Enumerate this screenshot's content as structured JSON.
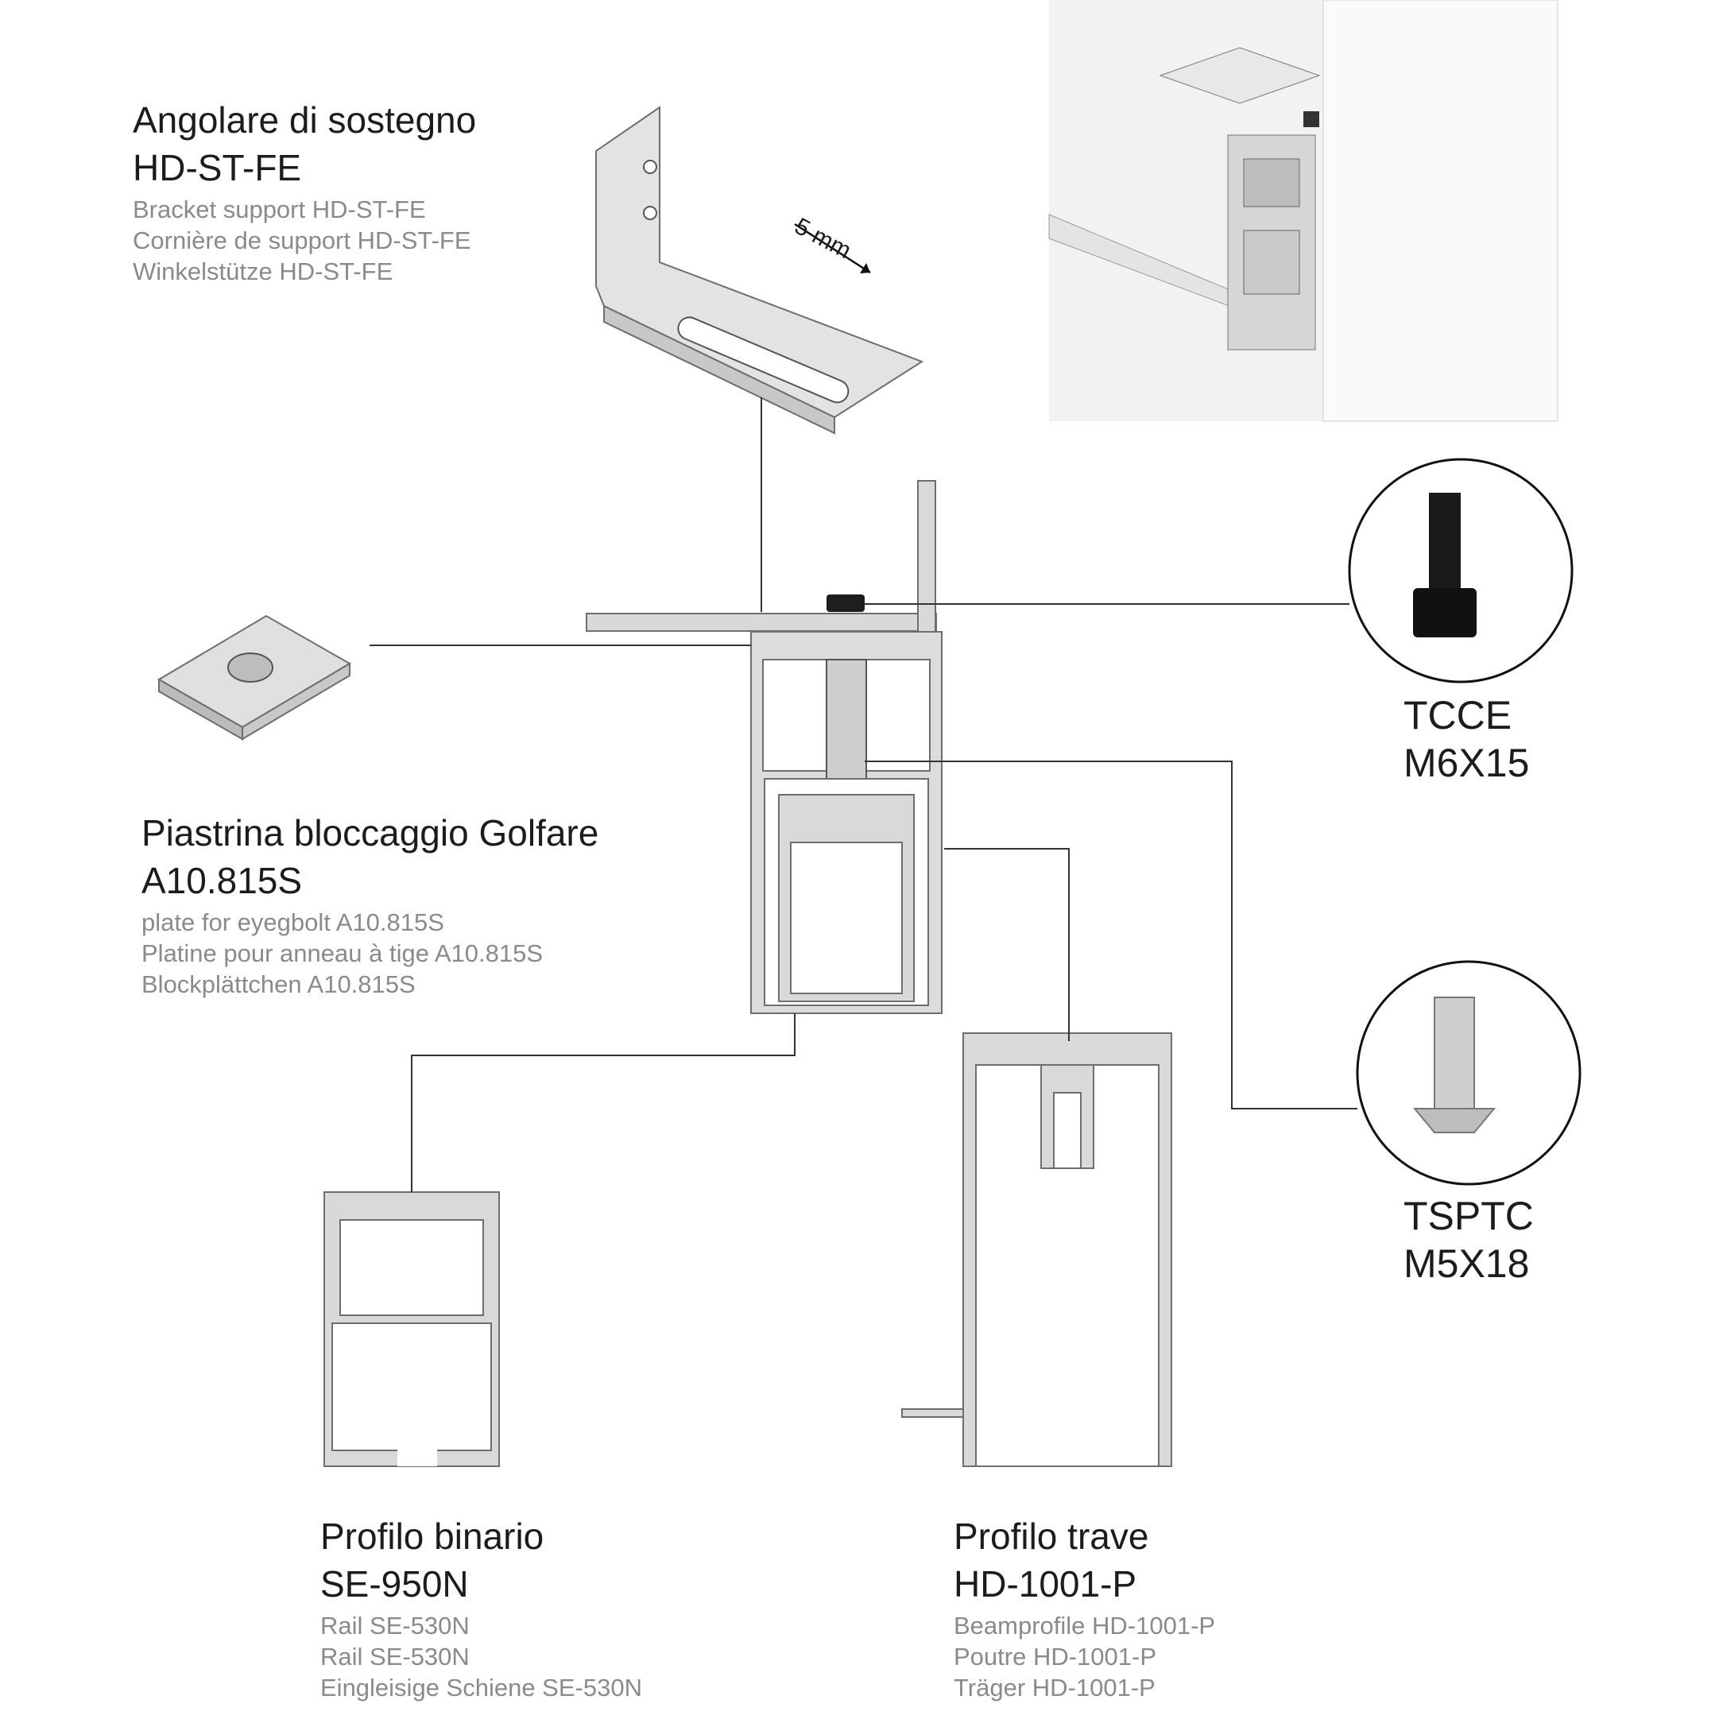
{
  "components": {
    "bracket": {
      "title": "Angolare di sostegno",
      "code": "HD-ST-FE",
      "translations": [
        "Bracket support HD-ST-FE",
        "Cornière de support HD-ST-FE",
        "Winkelstütze HD-ST-FE"
      ]
    },
    "plate": {
      "title": "Piastrina bloccaggio Golfare",
      "code": "A10.815S",
      "translations": [
        "plate for eyegbolt A10.815S",
        "Platine pour anneau à tige A10.815S",
        "Blockplättchen A10.815S"
      ]
    },
    "rail": {
      "title": "Profilo binario",
      "code": "SE-950N",
      "translations": [
        "Rail SE-530N",
        "Rail SE-530N",
        "Eingleisige Schiene SE-530N"
      ]
    },
    "beam": {
      "title": "Profilo trave",
      "code": "HD-1001-P",
      "translations": [
        "Beamprofile HD-1001-P",
        "Poutre HD-1001-P",
        "Träger HD-1001-P"
      ]
    },
    "screw_tcce": {
      "line1": "TCCE",
      "line2": "M6X15"
    },
    "screw_tsptc": {
      "line1": "TSPTC",
      "line2": "M5X18"
    }
  },
  "dimension": {
    "label": "5 mm"
  },
  "colors": {
    "metal": "#d9d9d9",
    "outline": "#6e6e6e",
    "leader": "#333333",
    "text_primary": "#1c1c1c",
    "text_secondary": "#8a8a8a"
  }
}
